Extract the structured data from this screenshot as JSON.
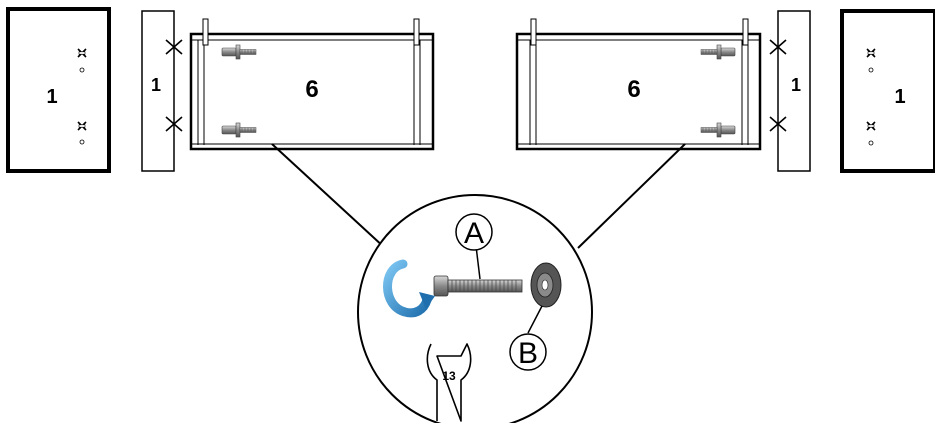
{
  "labels": {
    "side_panel": "1",
    "cabinet": "6",
    "bolt": "A",
    "washer": "B",
    "wrench_size": "13"
  },
  "colors": {
    "line": "#000000",
    "rotate_arrow": "#2e8fd0",
    "bolt_gray": "#8a8a8a",
    "background": "#ffffff"
  }
}
